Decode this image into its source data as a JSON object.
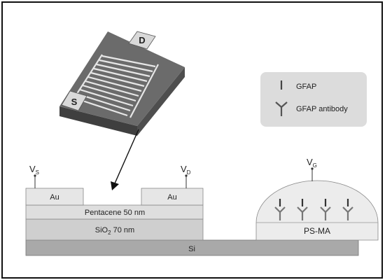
{
  "device": {
    "source_pad": "S",
    "drain_pad": "D"
  },
  "legend": {
    "items": [
      {
        "label": "GFAP",
        "icon": "gfap-molecule-icon"
      },
      {
        "label": "GFAP antibody",
        "icon": "antibody-y-icon"
      }
    ]
  },
  "cross_section": {
    "vs_main": "V",
    "vs_sub": "S",
    "vd_main": "V",
    "vd_sub": "D",
    "vg_main": "V",
    "vg_sub": "G",
    "au_left": "Au",
    "au_right": "Au",
    "pentacene": "Pentacene 50 nm",
    "sio2_prefix": "SiO",
    "sio2_sub": "2",
    "sio2_suffix": " 70 nm",
    "si": "Si",
    "psma": "PS-MA"
  },
  "colors": {
    "frame": "#111111",
    "device_top": "#6b6b6b",
    "device_side": "#3f3f3f",
    "pad": "#d9d9d9",
    "layer_light": "#e2e2e2",
    "layer_mid": "#c9c9c9",
    "si": "#a9a9a9",
    "legend_bg": "#dcdcdc"
  }
}
